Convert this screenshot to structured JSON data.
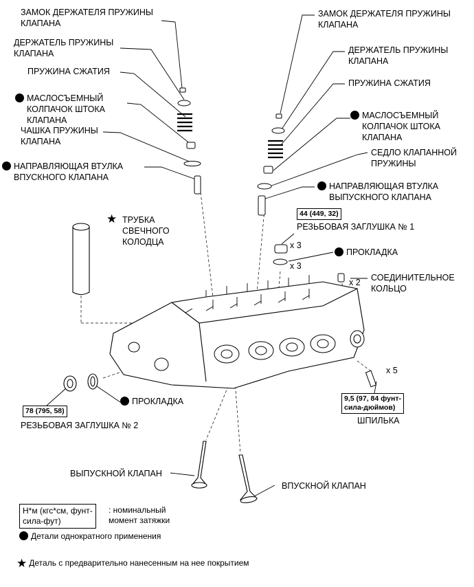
{
  "labels": {
    "lock_left": [
      "ЗАМОК ДЕРЖАТЕЛЯ ПРУЖИНЫ",
      "КЛАПАНА"
    ],
    "retainer_left": [
      "ДЕРЖАТЕЛЬ ПРУЖИНЫ",
      "КЛАПАНА"
    ],
    "spring_left": "ПРУЖИНА СЖАТИЯ",
    "seal_left": [
      "МАСЛОСЪЕМНЫЙ",
      "КОЛПАЧОК ШТОКА",
      "КЛАПАНА"
    ],
    "cup_left": [
      "ЧАШКА ПРУЖИНЫ",
      "КЛАПАНА"
    ],
    "intake_guide": [
      "НАПРАВЛЯЮЩАЯ ВТУЛКА",
      "ВПУСКНОГО КЛАПАНА"
    ],
    "plug_tube": [
      "ТРУБКА",
      "СВЕЧНОГО",
      "КОЛОДЦА"
    ],
    "lock_right": [
      "ЗАМОК ДЕРЖАТЕЛЯ ПРУЖИНЫ",
      "КЛАПАНА"
    ],
    "retainer_right": [
      "ДЕРЖАТЕЛЬ ПРУЖИНЫ",
      "КЛАПАНА"
    ],
    "spring_right": "ПРУЖИНА СЖАТИЯ",
    "seal_right": [
      "МАСЛОСЪЕМНЫЙ",
      "КОЛПАЧОК ШТОКА",
      "КЛАПАНА"
    ],
    "spring_seat": [
      "СЕДЛО КЛАПАННОЙ",
      "ПРУЖИНЫ"
    ],
    "exhaust_guide": [
      "НАПРАВЛЯЮЩАЯ ВТУЛКА",
      "ВЫПУСКНОГО КЛАПАНА"
    ],
    "screw_plug_1": "РЕЗЬБОВАЯ ЗАГЛУШКА № 1",
    "gasket_1": "ПРОКЛАДКА",
    "union_ring": [
      "СОЕДИНИТЕЛЬНОЕ",
      "КОЛЬЦО"
    ],
    "gasket_2": "ПРОКЛАДКА",
    "screw_plug_2": "РЕЗЬБОВАЯ ЗАГЛУШКА № 2",
    "stud": "ШПИЛЬКА",
    "exhaust_valve": "ВЫПУСКНОЙ КЛАПАН",
    "intake_valve": "ВПУСКНОЙ КЛАПАН"
  },
  "torques": {
    "plug_1": "44 (449, 32)",
    "plug_2": "78 (795, 58)",
    "stud": [
      "9,5 (97, 84 фунт-",
      "сила-дюймов)"
    ]
  },
  "multipliers": {
    "plug_1": "x 3",
    "gasket_1": "x 3",
    "union_ring": "x 2",
    "stud": "x 5"
  },
  "legend": {
    "unit_box": [
      "Н*м (кгс*см, фунт-",
      "сила-фут)"
    ],
    "unit_text": [
      ": номинальный",
      "момент затяжки"
    ],
    "single_use": "Детали однократного применения",
    "precoated": "Деталь с предварительно нанесенным на нее покрытием"
  },
  "icons": {
    "single_use": "filled-circle-icon",
    "precoated": "star-icon"
  }
}
